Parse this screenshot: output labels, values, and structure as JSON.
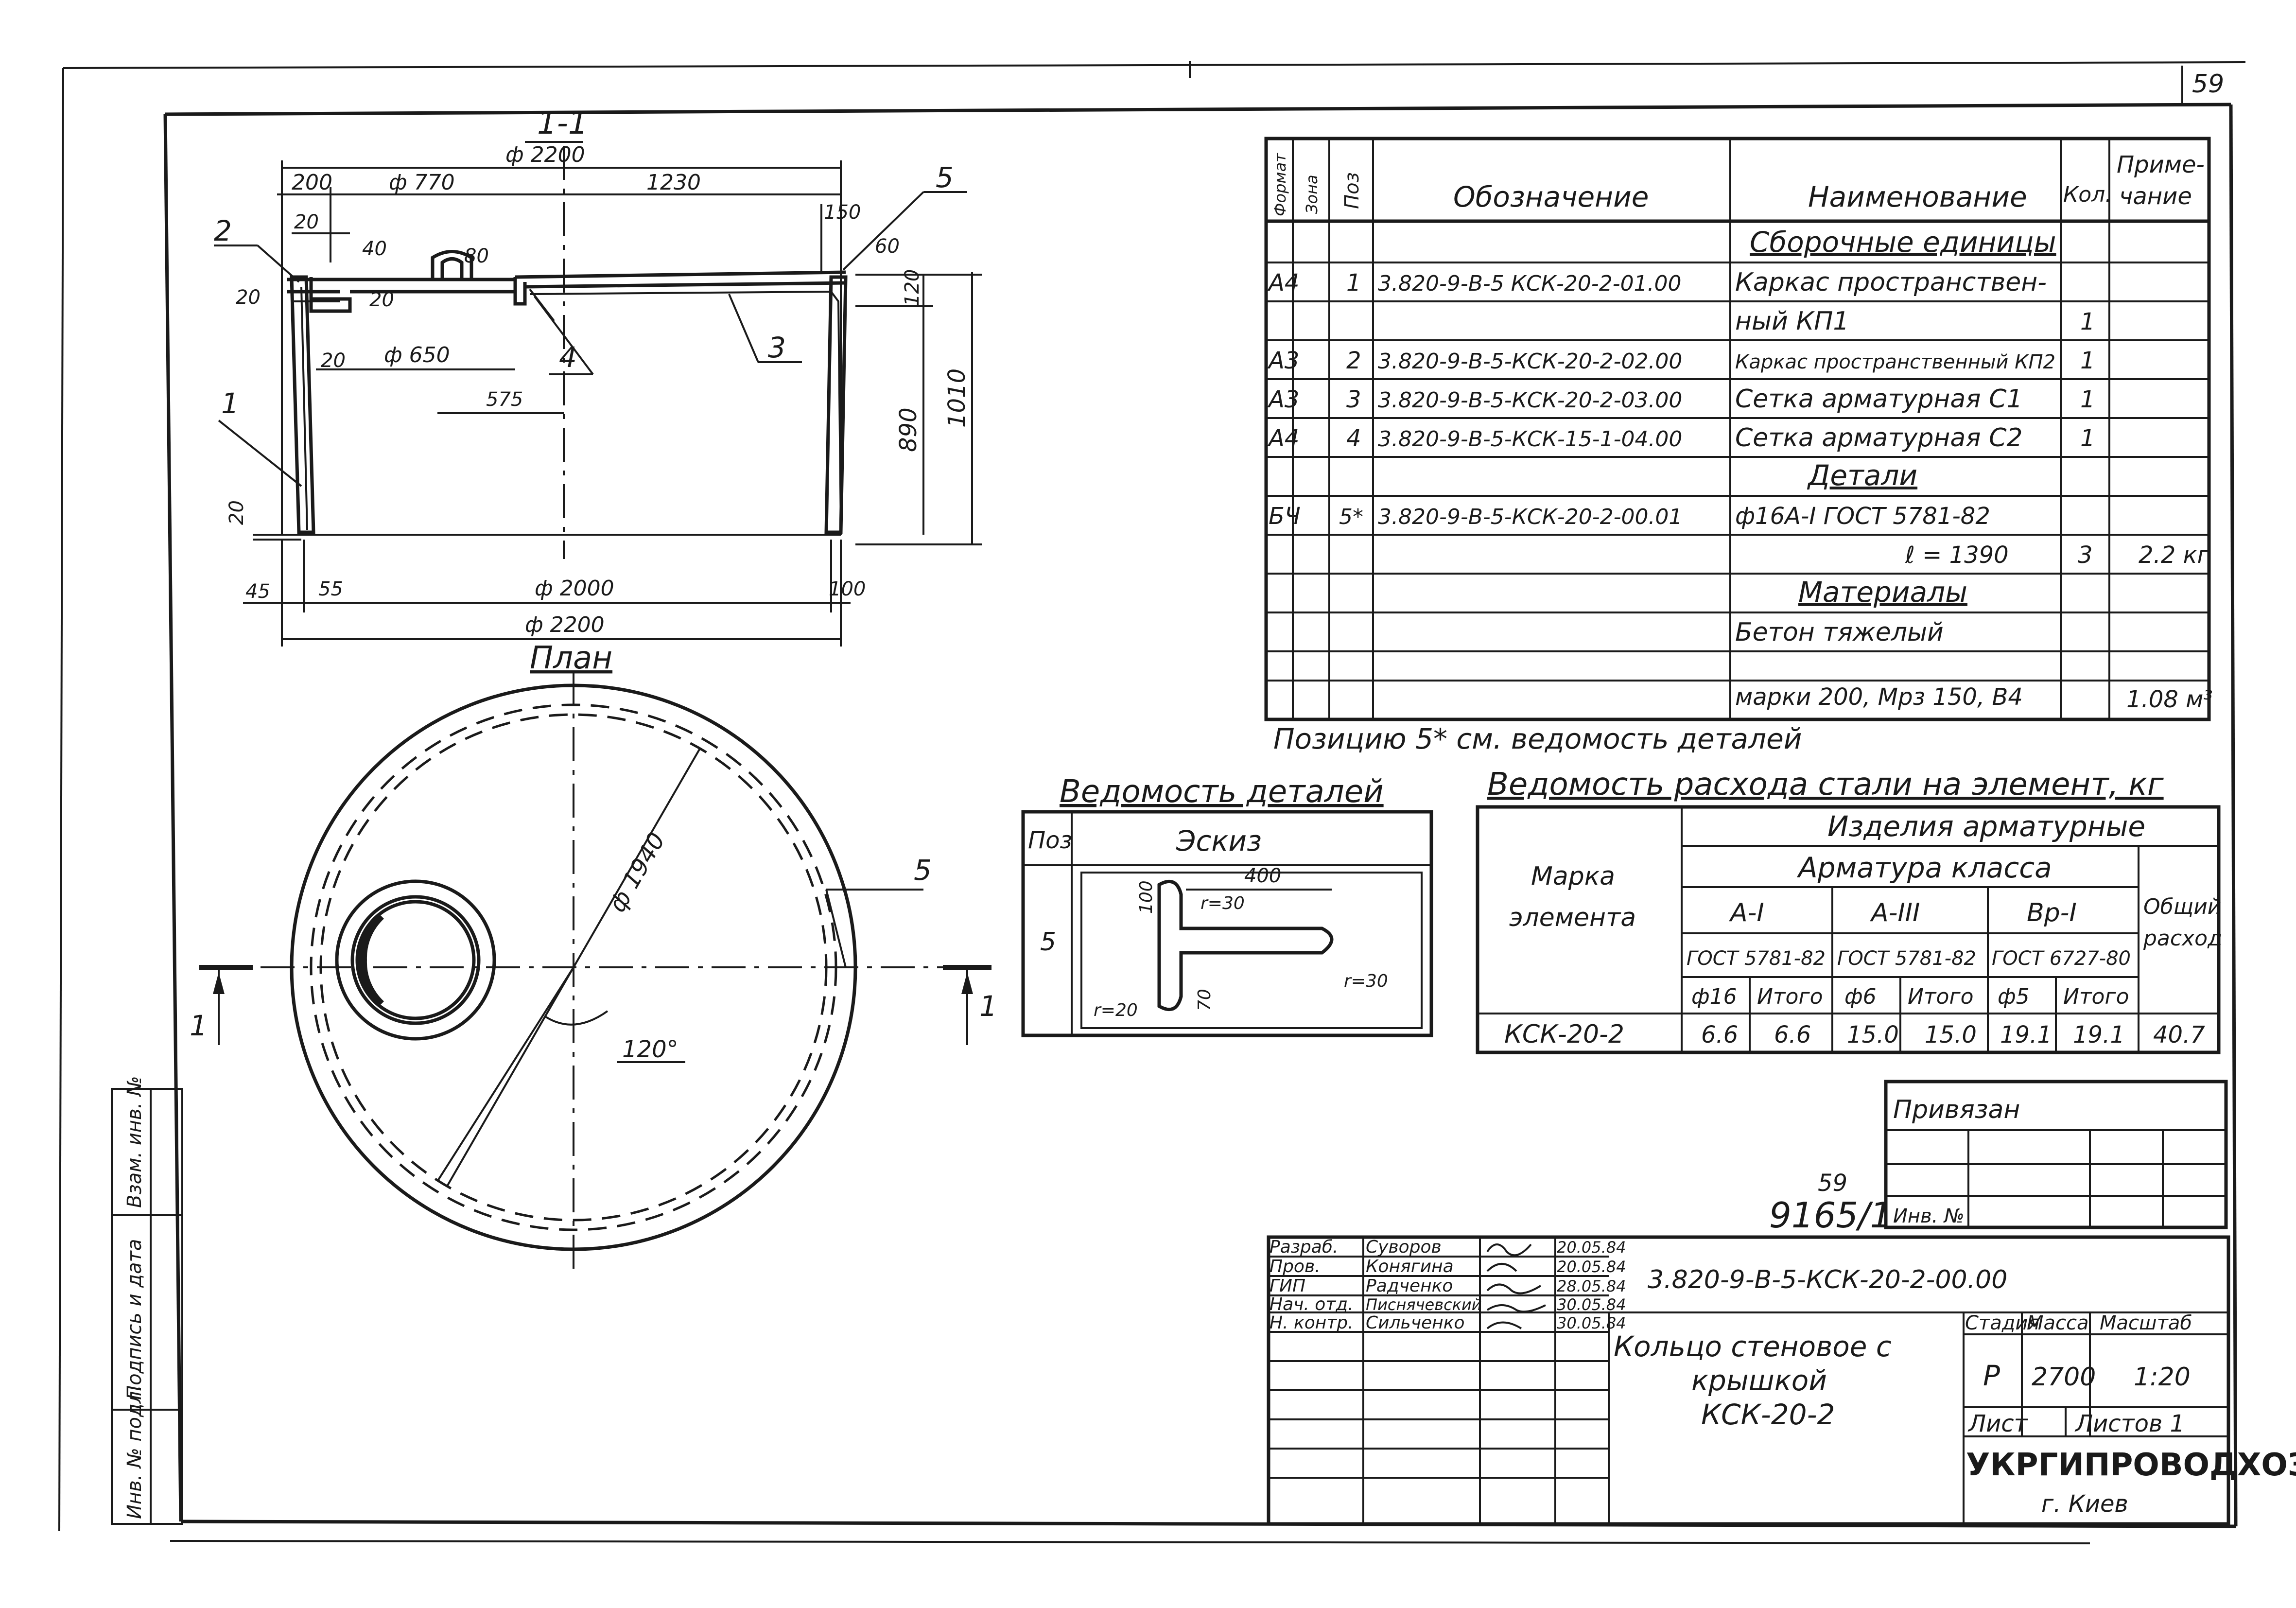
{
  "page_number": "59",
  "section": {
    "label": "1-1",
    "dia_top": "ф 2200",
    "d200": "200",
    "d770": "ф 770",
    "d1230": "1230",
    "d150": "150",
    "d60": "60",
    "d20a": "20",
    "d40": "40",
    "d80": "80",
    "d20b": "20",
    "d20c": "20",
    "d20d": "20",
    "d650": "ф 650",
    "d575": "575",
    "d120": "120",
    "d890": "890",
    "d1010": "1010",
    "d20e": "20",
    "d45": "45",
    "d55": "55",
    "d2000": "ф 2000",
    "d100": "100",
    "d2200": "ф 2200",
    "p1": "1",
    "p2": "2",
    "p3": "3",
    "p4": "4",
    "p5": "5"
  },
  "plan": {
    "label": "План",
    "d1940": "ф 1940",
    "angle": "120°",
    "p5": "5",
    "cut_l": "1",
    "cut_r": "1"
  },
  "spec": {
    "headers": {
      "format": "Формат",
      "zone": "Зона",
      "pos": "Поз",
      "designation": "Обозначение",
      "name": "Наименование",
      "qty": "Кол.",
      "note_1": "Приме-",
      "note_2": "чание"
    },
    "rows": [
      {
        "format": "",
        "zone": "",
        "pos": "",
        "designation": "",
        "name": "Сборочные единицы",
        "qty": "",
        "note": ""
      },
      {
        "format": "А4",
        "zone": "",
        "pos": "1",
        "designation": "3.820-9-В-5 КСК-20-2-01.00",
        "name": "Каркас пространствен-",
        "qty": "",
        "note": ""
      },
      {
        "format": "",
        "zone": "",
        "pos": "",
        "designation": "",
        "name": "ный КП1",
        "qty": "1",
        "note": ""
      },
      {
        "format": "А3",
        "zone": "",
        "pos": "2",
        "designation": "3.820-9-В-5-КСК-20-2-02.00",
        "name": "Каркас пространственный КП2",
        "qty": "1",
        "note": ""
      },
      {
        "format": "А3",
        "zone": "",
        "pos": "3",
        "designation": "3.820-9-В-5-КСК-20-2-03.00",
        "name": "Сетка арматурная С1",
        "qty": "1",
        "note": ""
      },
      {
        "format": "А4",
        "zone": "",
        "pos": "4",
        "designation": "3.820-9-В-5-КСК-15-1-04.00",
        "name": "Сетка арматурная С2",
        "qty": "1",
        "note": ""
      },
      {
        "format": "",
        "zone": "",
        "pos": "",
        "designation": "",
        "name": "Детали",
        "qty": "",
        "note": ""
      },
      {
        "format": "БЧ",
        "zone": "",
        "pos": "5*",
        "designation": "3.820-9-В-5-КСК-20-2-00.01",
        "name": "ф16А-I ГОСТ 5781-82",
        "qty": "",
        "note": ""
      },
      {
        "format": "",
        "zone": "",
        "pos": "",
        "designation": "",
        "name": "ℓ = 1390",
        "qty": "3",
        "note": "2.2 кг"
      },
      {
        "format": "",
        "zone": "",
        "pos": "",
        "designation": "",
        "name": "Материалы",
        "qty": "",
        "note": ""
      },
      {
        "format": "",
        "zone": "",
        "pos": "",
        "designation": "",
        "name": "Бетон тяжелый",
        "qty": "",
        "note": ""
      },
      {
        "format": "",
        "zone": "",
        "pos": "",
        "designation": "",
        "name": "марки 200, Мрз 150, В4",
        "qty": "",
        "note": "1.08 м³"
      }
    ],
    "footnote": "Позицию 5* см. ведомость деталей"
  },
  "details": {
    "title": "Ведомость деталей",
    "h_pos": "Поз",
    "h_sketch": "Эскиз",
    "pos": "5",
    "s400": "400",
    "s100": "100",
    "r30a": "r=30",
    "r30b": "r=30",
    "r20": "r=20",
    "s70": "70"
  },
  "steel": {
    "title": "Ведомость расхода стали на элемент, кг",
    "mark_1": "Марка",
    "mark_2": "элемента",
    "products": "Изделия арматурные",
    "class": "Арматура класса",
    "a1": "А-I",
    "a3": "А-III",
    "bp1": "Вр-I",
    "g1": "ГОСТ 5781-82",
    "g2": "ГОСТ 5781-82",
    "g3": "ГОСТ 6727-80",
    "total_1": "Общий",
    "total_2": "расход",
    "c1": "ф16",
    "c2": "Итого",
    "c3": "ф6",
    "c4": "Итого",
    "c5": "ф5",
    "c6": "Итого",
    "row": {
      "mark": "КСК-20-2",
      "v1": "6.6",
      "v2": "6.6",
      "v3": "15.0",
      "v4": "15.0",
      "v5": "19.1",
      "v6": "19.1",
      "total": "40.7"
    }
  },
  "binding": {
    "title": "Привязан",
    "inv_label": "Инв. №",
    "inv_number": "9165/1",
    "inv_small": "59"
  },
  "side_stamp": {
    "s1": "Взам. инв. №",
    "s2": "Подпись и дата",
    "s3": "Инв. № подл."
  },
  "title_block": {
    "code": "3.820-9-В-5-КСК-20-2-00.00",
    "roles": [
      {
        "role": "Разраб.",
        "name": "Суворов",
        "date": "20.05.84"
      },
      {
        "role": "Пров.",
        "name": "Конягина",
        "date": "20.05.84"
      },
      {
        "role": "ГИП",
        "name": "Радченко",
        "date": "28.05.84"
      },
      {
        "role": "Нач. отд.",
        "name": "Писнячевский",
        "date": "30.05.84"
      },
      {
        "role": "Н. контр.",
        "name": "Сильченко",
        "date": "30.05.84"
      }
    ],
    "name_1": "Кольцо стеновое с",
    "name_2": "крышкой",
    "name_3": "КСК-20-2",
    "stage_h": "Стадия",
    "mass_h": "Масса",
    "scale_h": "Масштаб",
    "stage": "Р",
    "mass": "2700",
    "scale": "1:20",
    "sheet_h": "Лист",
    "sheets_h": "Листов 1",
    "org": "УКРГИПРОВОДХОЗ",
    "city": "г. Киев"
  }
}
